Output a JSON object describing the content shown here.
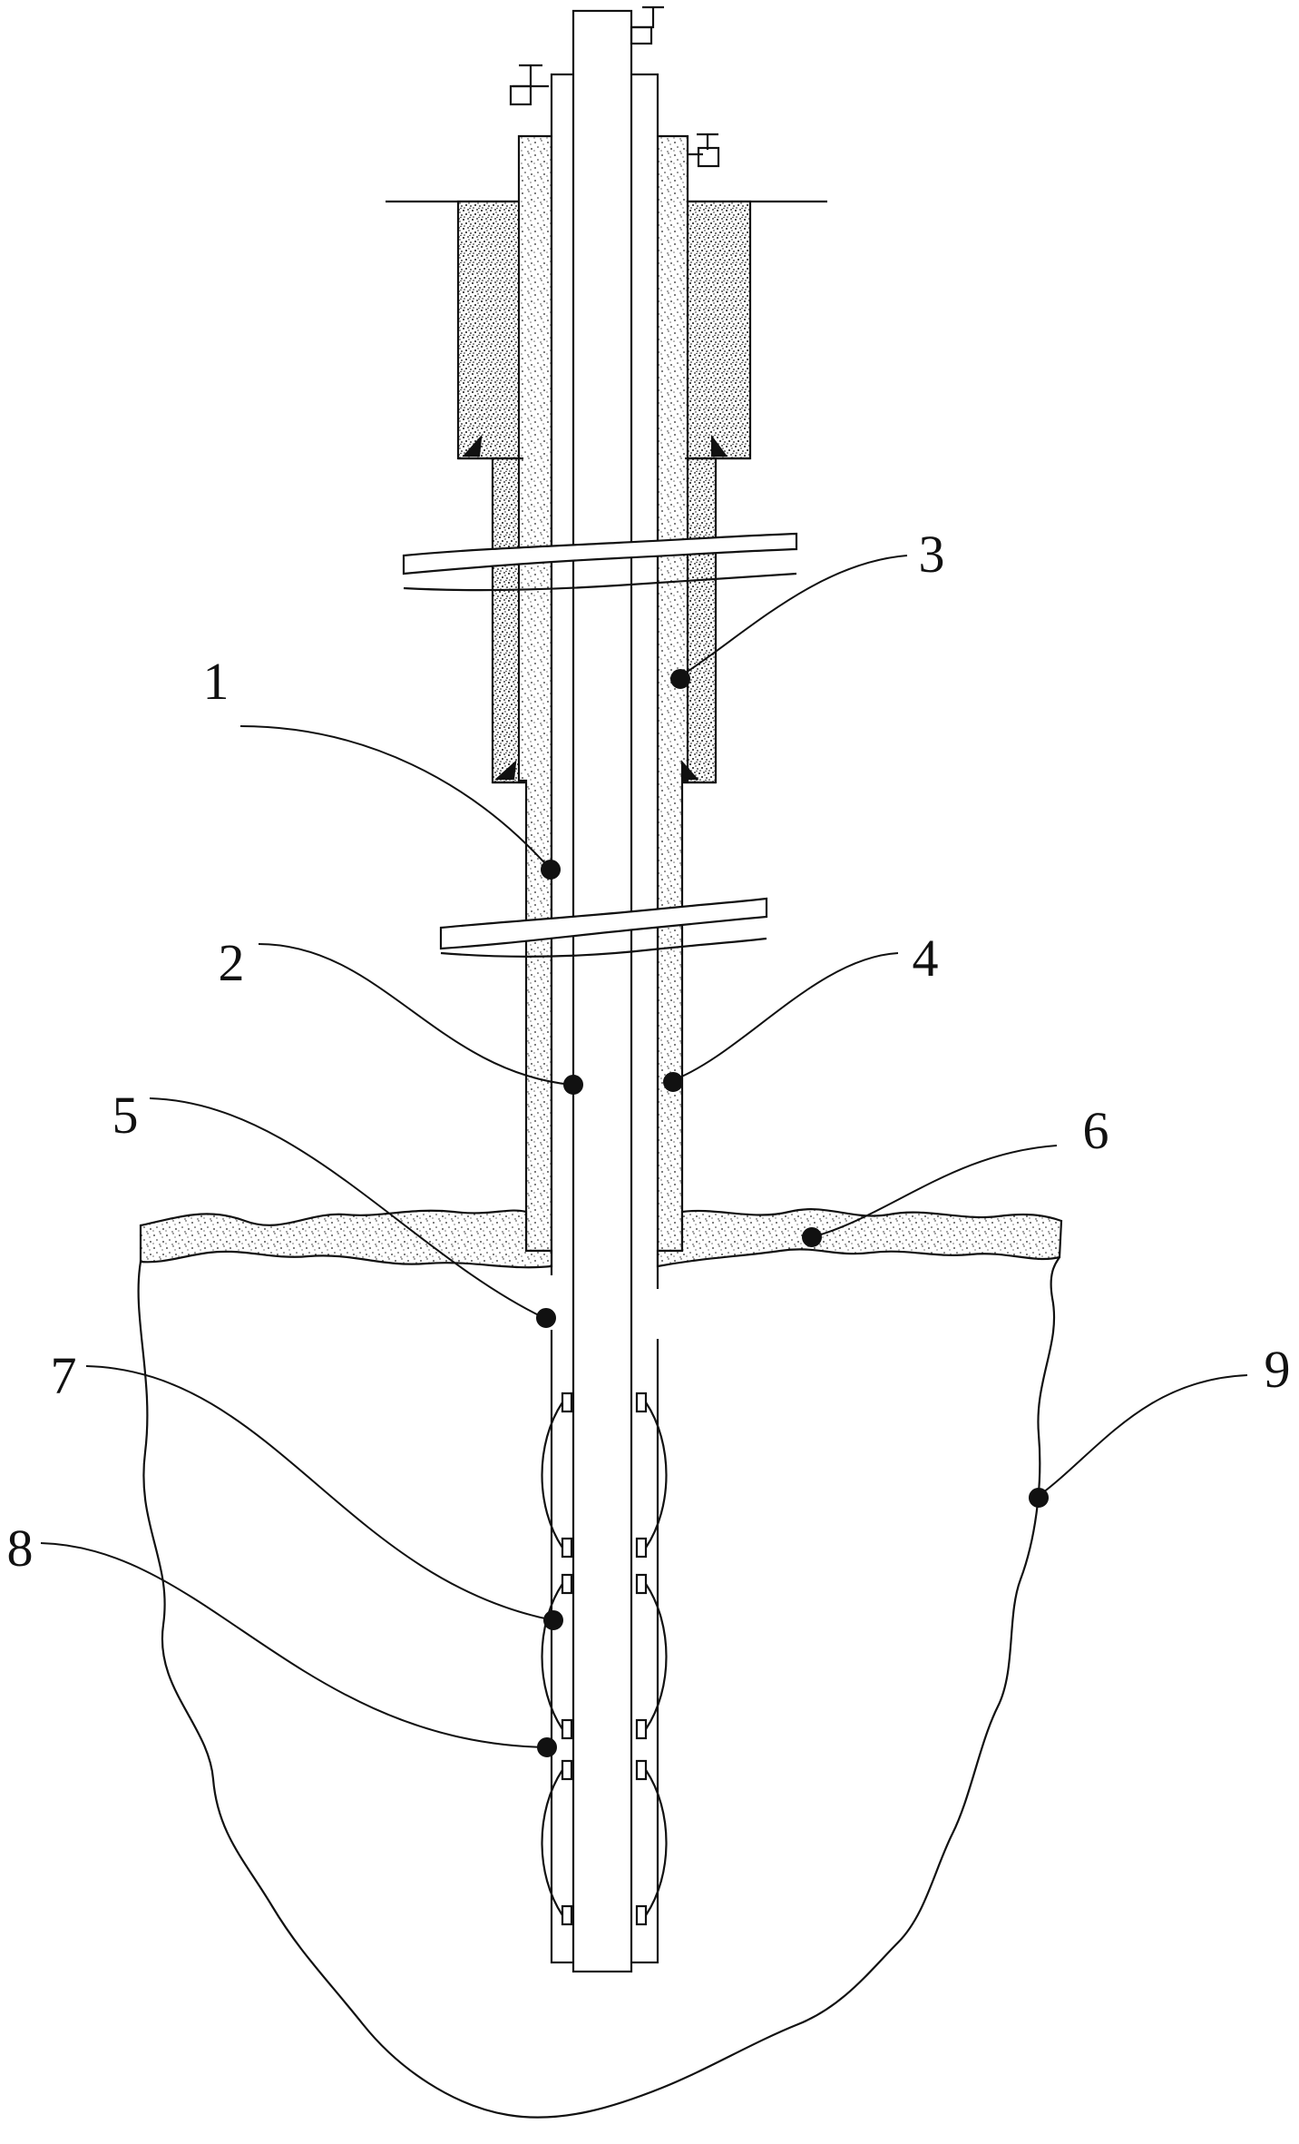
{
  "diagram": {
    "callouts": [
      {
        "id": "1",
        "label": "1"
      },
      {
        "id": "2",
        "label": "2"
      },
      {
        "id": "3",
        "label": "3"
      },
      {
        "id": "4",
        "label": "4"
      },
      {
        "id": "5",
        "label": "5"
      },
      {
        "id": "6",
        "label": "6"
      },
      {
        "id": "7",
        "label": "7"
      },
      {
        "id": "8",
        "label": "8"
      },
      {
        "id": "9",
        "label": "9"
      }
    ],
    "colors": {
      "line": "#111111",
      "fill_dots": "#222222",
      "background": "#ffffff"
    }
  }
}
